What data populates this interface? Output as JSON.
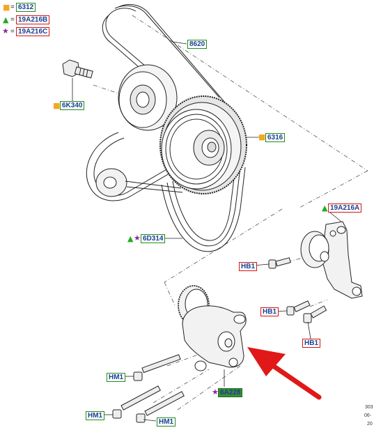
{
  "legend": [
    {
      "code": "6312",
      "marker": "square-orange-icon",
      "color": "#f5a623"
    },
    {
      "code": "19A216B",
      "marker": "triangle-green-icon",
      "color": "#22aa22"
    },
    {
      "code": "19A216C",
      "marker": "star-purple-icon",
      "color": "#8a2aa0"
    }
  ],
  "legend_equals": "=",
  "callouts": {
    "belt_upper": "8620",
    "bolt_top": "6K340",
    "crank_pulley": "6316",
    "tensioner_bracket": "19A216A",
    "belt_main": "6D314",
    "hb1_a": "HB1",
    "hb1_b": "HB1",
    "hb1_c": "HB1",
    "hm1_a": "HM1",
    "hm1_b": "HM1",
    "hm1_c": "HM1",
    "tensioner": "6A228"
  },
  "colors": {
    "green_box": "#1e8c1e",
    "red_box": "#d41414",
    "label_text": "#1a3f8f",
    "arrow": "#e01818"
  },
  "corner_text": [
    "303",
    "06-",
    "20"
  ]
}
